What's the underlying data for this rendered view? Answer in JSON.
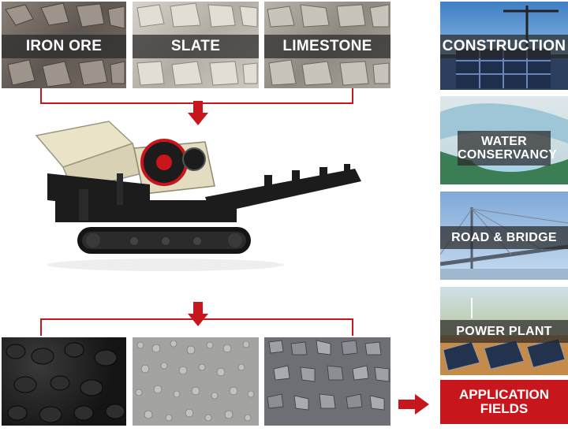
{
  "raw_materials": [
    {
      "label": "IRON ORE"
    },
    {
      "label": "SLATE"
    },
    {
      "label": "LIMESTONE"
    }
  ],
  "application_fields": [
    {
      "label": "CONSTRUCTION"
    },
    {
      "label": "WATER CONSERVANCY"
    },
    {
      "label": "ROAD & BRIDGE"
    },
    {
      "label": "POWER PLANT"
    }
  ],
  "application_title": "APPLICATION FIELDS",
  "colors": {
    "accent_red": "#c8161d",
    "machine_black": "#1c1c1c",
    "hopper_cream": "#e9e3c8"
  }
}
